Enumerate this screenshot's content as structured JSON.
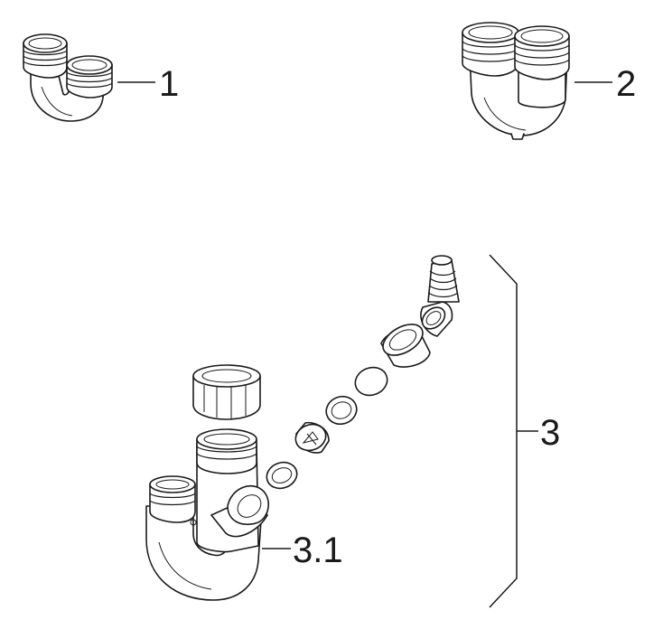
{
  "callouts": {
    "part_1": "1",
    "part_2": "2",
    "part_3": "3",
    "part_3_1": "3.1"
  }
}
